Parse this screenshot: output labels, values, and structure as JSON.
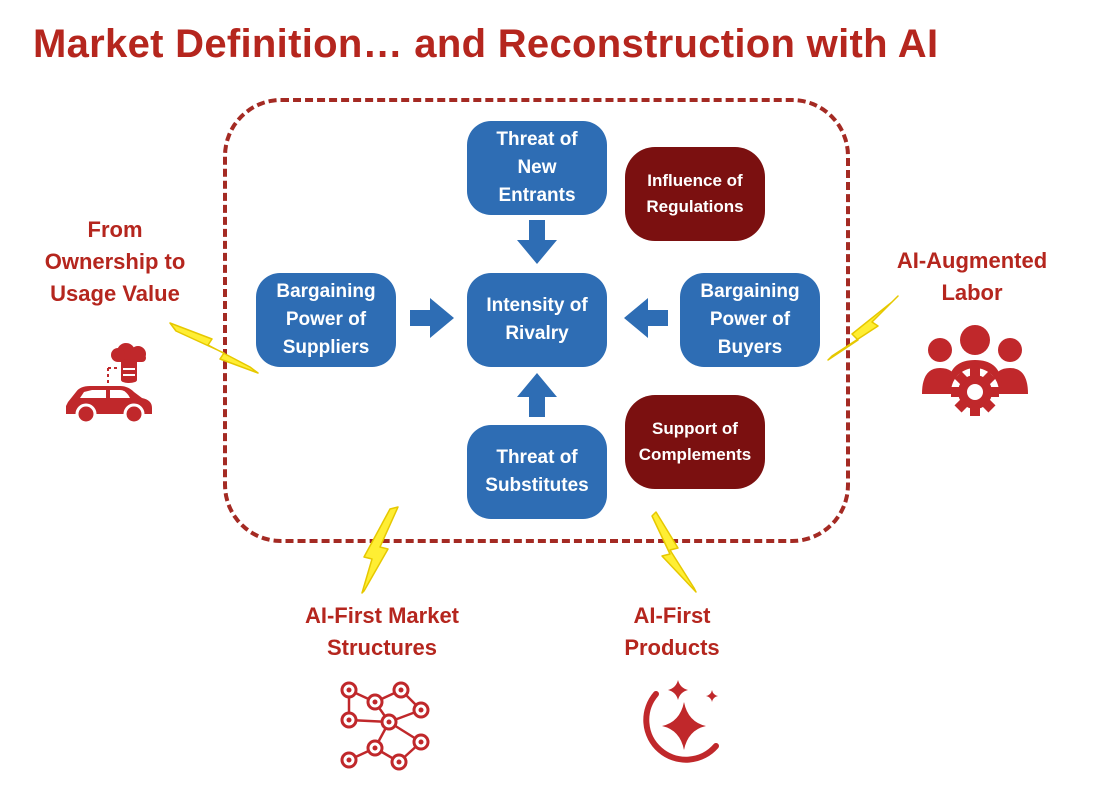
{
  "title": "Market Definition… and Reconstruction with AI",
  "forces": {
    "new_entrants": "Threat of\nNew\nEntrants",
    "rivalry": "Intensity of\nRivalry",
    "suppliers": "Bargaining\nPower of\nSuppliers",
    "buyers": "Bargaining\nPower of\nBuyers",
    "substitutes": "Threat of\nSubstitutes"
  },
  "extras": {
    "regulations": "Influence of\nRegulations",
    "complements": "Support of\nComplements"
  },
  "ai_factors": {
    "ownership": "From\nOwnership to\nUsage Value",
    "labor": "AI-Augmented\nLabor",
    "market_structures": "AI-First Market\nStructures",
    "products": "AI-First\nProducts"
  },
  "icons": {
    "ownership": "car-cloud-data-icon",
    "labor": "people-gear-icon",
    "market_structures": "network-graph-icon",
    "products": "moon-sparkle-icon",
    "impact": "lightning-bolt-icon",
    "flow": "arrow-icon"
  },
  "colors": {
    "title_red": "#b5261e",
    "force_blue": "#2e6db4",
    "extra_maroon": "#7b1010",
    "bolt_yellow": "#ffee33"
  }
}
